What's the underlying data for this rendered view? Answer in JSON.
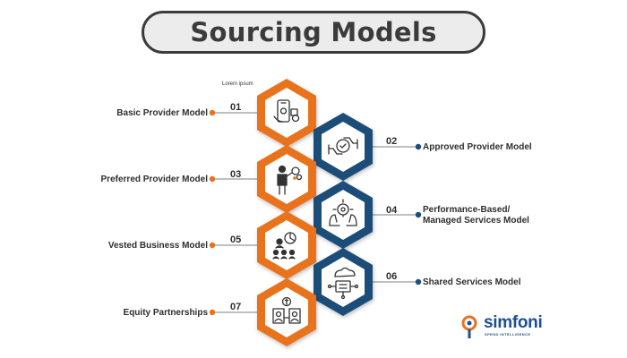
{
  "title": "Sourcing Models",
  "lorem": "Lorem ipsum",
  "models": [
    {
      "num": "01",
      "label": "Basic Provider Model",
      "side": "left",
      "color": "orange",
      "icon": "mobile-payment-icon"
    },
    {
      "num": "02",
      "label": "Approved Provider Model",
      "side": "right",
      "color": "blue",
      "icon": "handshake-check-icon"
    },
    {
      "num": "03",
      "label": "Preferred Provider Model",
      "side": "left",
      "color": "orange",
      "icon": "person-gear-icon"
    },
    {
      "num": "04",
      "label_line1": "Performance-Based/",
      "label_line2": "Managed Services Model",
      "side": "right",
      "color": "blue",
      "icon": "hands-gear-icon"
    },
    {
      "num": "05",
      "label": "Vested Business Model",
      "side": "left",
      "color": "orange",
      "icon": "team-growth-icon"
    },
    {
      "num": "06",
      "label": "Shared Services Model",
      "side": "right",
      "color": "blue",
      "icon": "cloud-network-icon"
    },
    {
      "num": "07",
      "label": "Equity Partnerships",
      "side": "left",
      "color": "orange",
      "icon": "partners-money-icon"
    }
  ],
  "colors": {
    "orange": "#e8731f",
    "blue": "#1f4e79",
    "text": "#2e2e2e"
  },
  "logo": {
    "text": "simfoni",
    "tagline": "SPEND INTELLIGENCE"
  }
}
